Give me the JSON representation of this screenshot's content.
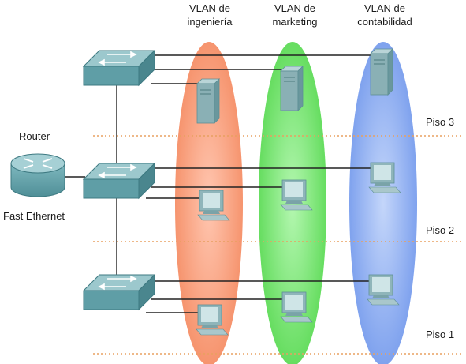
{
  "vlans": [
    {
      "line1": "VLAN de",
      "line2": "ingeniería",
      "color": "#f6a07e"
    },
    {
      "line1": "VLAN de",
      "line2": "marketing",
      "color": "#7ee67a"
    },
    {
      "line1": "VLAN de",
      "line2": "contabilidad",
      "color": "#8eaef0"
    }
  ],
  "router": {
    "label": "Router",
    "link_label": "Fast Ethernet"
  },
  "floors": [
    {
      "label": "Piso 3"
    },
    {
      "label": "Piso 2"
    },
    {
      "label": "Piso 1"
    }
  ],
  "colors": {
    "switch": "#6aa7ae",
    "router": "#6aa7ae",
    "device": "#8fb5ba",
    "cable": "#222222",
    "floor_divider": "#e8a060"
  },
  "icons": [
    "switch-icon",
    "router-icon",
    "server-icon",
    "workstation-icon"
  ]
}
